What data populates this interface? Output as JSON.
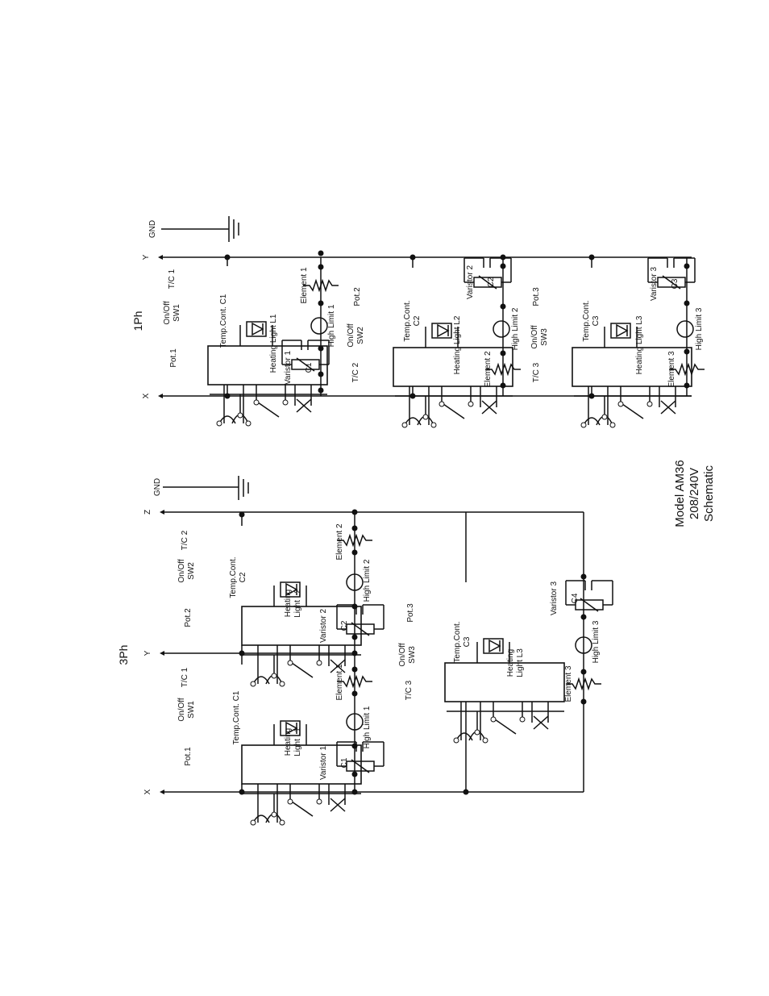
{
  "title_block": [
    "Model AM36",
    "208/240V",
    "Schematic"
  ],
  "sections": {
    "three_phase": "3Ph",
    "single_phase": "1Ph"
  },
  "lines": {
    "x": "X",
    "y": "Y",
    "z": "Z",
    "gnd": "GND"
  },
  "three_phase": {
    "c1": {
      "controller": [
        "Temp.Cont. C1"
      ],
      "pot": "Pot.1",
      "switch": [
        "On/Off",
        "SW1"
      ],
      "tc": "T/C 1",
      "light": [
        "Heating",
        "Light L1"
      ]
    },
    "c2": {
      "controller": [
        "Temp.Cont.",
        "C2"
      ],
      "pot": "Pot.2",
      "switch": [
        "On/Off",
        "SW2"
      ],
      "tc": "T/C 2",
      "light": [
        "Heating",
        "Light L2"
      ]
    },
    "c3": {
      "controller": [
        "Temp.Cont.",
        "C3"
      ],
      "pot": "Pot.3",
      "switch": [
        "On/Off",
        "SW3"
      ],
      "tc": "T/C 3",
      "light": [
        "Heating",
        "Light L3"
      ]
    },
    "r1": {
      "varistor": "Varistor 1",
      "cap": "C1",
      "limit": "High Limit 1",
      "element": "Element 1"
    },
    "r2": {
      "varistor": "Varistor 2",
      "cap": "C2",
      "limit": "High Limit 2",
      "element": "Element 2"
    },
    "r3": {
      "varistor": "Varistor 3",
      "cap": "C4",
      "limit": "High Limit 3",
      "element": "Element 3"
    }
  },
  "single_phase": {
    "c1": {
      "controller": [
        "Temp.Cont. C1"
      ],
      "pot": "Pot.1",
      "switch": [
        "On/Off",
        "SW1"
      ],
      "tc": "T/C 1",
      "light": [
        "Heating Light L1"
      ],
      "varistor": "Varistor 1",
      "cap": "C1",
      "limit": "High Limit 1",
      "element": "Element 1"
    },
    "c2": {
      "controller": [
        "Temp.Cont.",
        "C2"
      ],
      "pot": "Pot.2",
      "switch": [
        "On/Off",
        "SW2"
      ],
      "tc": "T/C 2",
      "light": [
        "Heating Light L2"
      ],
      "varistor": "Varistor 2",
      "cap": "C2",
      "limit": "High Limit 2",
      "element": "Element 2"
    },
    "c3": {
      "controller": [
        "Temp.Cont.",
        "C3"
      ],
      "pot": "Pot.3",
      "switch": [
        "On/Off",
        "SW3"
      ],
      "tc": "T/C 3",
      "light": [
        "Heating Light L3"
      ],
      "varistor": "Varistor 3",
      "cap": "C3",
      "limit": "High Limit 3",
      "element": "Element 3"
    }
  }
}
